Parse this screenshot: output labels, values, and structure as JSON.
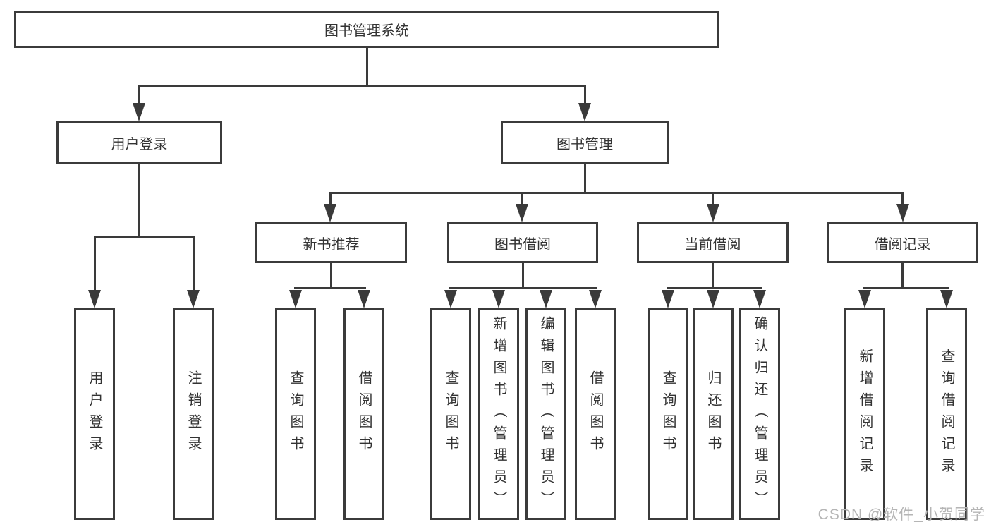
{
  "nodes": {
    "root": "图书管理系统",
    "level2": [
      "用户登录",
      "图书管理"
    ],
    "level3": [
      "新书推荐",
      "图书借阅",
      "当前借阅",
      "借阅记录"
    ],
    "leaves": [
      "用户登录",
      "注销登录",
      "查询图书",
      "借阅图书",
      "查询图书",
      "新增图书（管理员）",
      "编辑图书（管理员）",
      "借阅图书",
      "查询图书",
      "归还图书",
      "确认归还（管理员）",
      "新增借阅记录",
      "查询借阅记录"
    ]
  },
  "watermark": "CSDN @软件_小贺同学",
  "colors": {
    "line": "#3a3a3a",
    "box_border": "#3b3b3b",
    "text": "#333333",
    "background": "#ffffff",
    "watermark": "#b5b5b5"
  }
}
